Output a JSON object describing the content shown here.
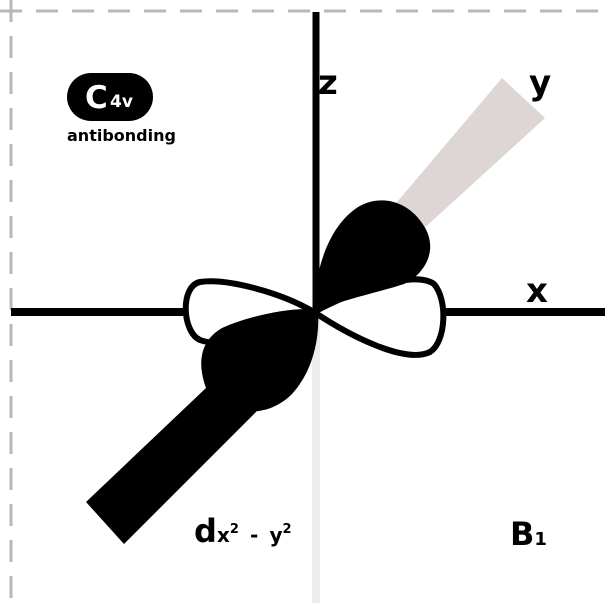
{
  "point_group": {
    "main": "C",
    "sub": "4v"
  },
  "bonding_type": "antibonding",
  "axes": {
    "x": "x",
    "y": "y",
    "z": "z"
  },
  "orbital_label": {
    "main": "d",
    "sub1": "x",
    "sup1": "2",
    "separator": "-",
    "sub2": "y",
    "sup2": "2"
  },
  "symmetry_label": {
    "main": "B",
    "sub": "1"
  },
  "colors": {
    "ink": "#000000",
    "background": "#ffffff",
    "axis_shade": "#ddd6d4",
    "frame_dash": "#b8b8b8"
  }
}
